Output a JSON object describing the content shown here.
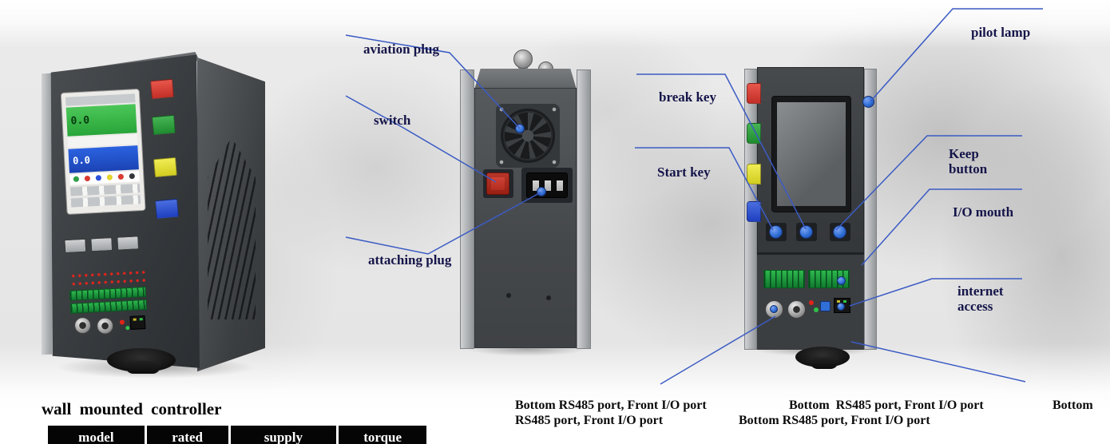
{
  "title": "wall mounted controller",
  "annotations": {
    "aviation_plug": "aviation plug",
    "switch": "switch",
    "attaching_plug": "attaching plug",
    "pilot_lamp": "pilot lamp",
    "break_key": "break key",
    "start_key": "Start key",
    "keep_button": "Keep button",
    "io_mouth": "I/O mouth",
    "internet_access": "internet access"
  },
  "captions": {
    "left_line1": "Bottom RS485 port, Front I/O port",
    "left_line2": "RS485 port, Front I/O port",
    "right_line1": "Bottom  RS485 port, Front I/O port",
    "right_line2": "Bottom RS485 port, Front I/O port",
    "far_right": "Bottom"
  },
  "spec_table": {
    "headers": [
      "model",
      "rated",
      "supply",
      "torque"
    ]
  },
  "left_device": {
    "screen_green_value": "0.0",
    "screen_blue_value": "0.0"
  },
  "colors": {
    "leader_line": "#3b5bc4",
    "label_text": "#15154a",
    "tab_red": "#d93a31",
    "tab_green": "#2f9e44",
    "tab_yellow": "#e6e23c",
    "tab_blue": "#2b50d9",
    "indicator_blue": "#2f6fd6"
  }
}
